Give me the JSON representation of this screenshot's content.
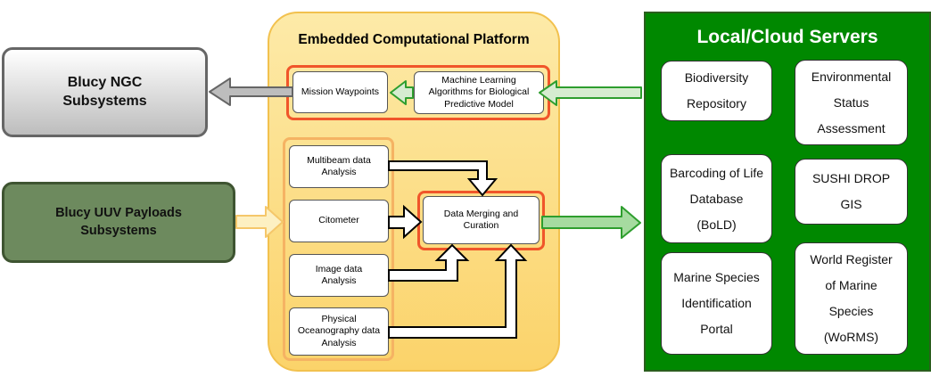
{
  "platform": {
    "title": "Embedded Computational Platform"
  },
  "ngc": {
    "label": "Blucy NGC\nSubsystems"
  },
  "uuv": {
    "label": "Blucy UUV Payloads\nSubsystems"
  },
  "mission_waypoints": {
    "label": "Mission Waypoints"
  },
  "ml_model": {
    "label": "Machine Learning\nAlgorithms for Biological\nPredictive Model"
  },
  "analysis": [
    {
      "label": "Multibeam data\nAnalysis"
    },
    {
      "label": "Citometer"
    },
    {
      "label": "Image data\nAnalysis"
    },
    {
      "label": "Physical\nOceanography data\nAnalysis"
    }
  ],
  "data_merging": {
    "label": "Data Merging and\nCuration"
  },
  "servers": {
    "title": "Local/Cloud Servers",
    "boxes": [
      {
        "label": "Biodiversity\nRepository"
      },
      {
        "label": "Environmental\nStatus\nAssessment"
      },
      {
        "label": "Barcoding of Life\nDatabase\n(BoLD)"
      },
      {
        "label": "SUSHI DROP\nGIS"
      },
      {
        "label": "Marine Species\nIdentification\nPortal"
      },
      {
        "label": "World Register\nof Marine\nSpecies\n(WoRMS)"
      }
    ]
  },
  "colors": {
    "servers_green": "#008800",
    "orange_border": "#f0552a",
    "platform_yellow": "#fbd36a",
    "uuv_green": "#6d8a5e"
  }
}
